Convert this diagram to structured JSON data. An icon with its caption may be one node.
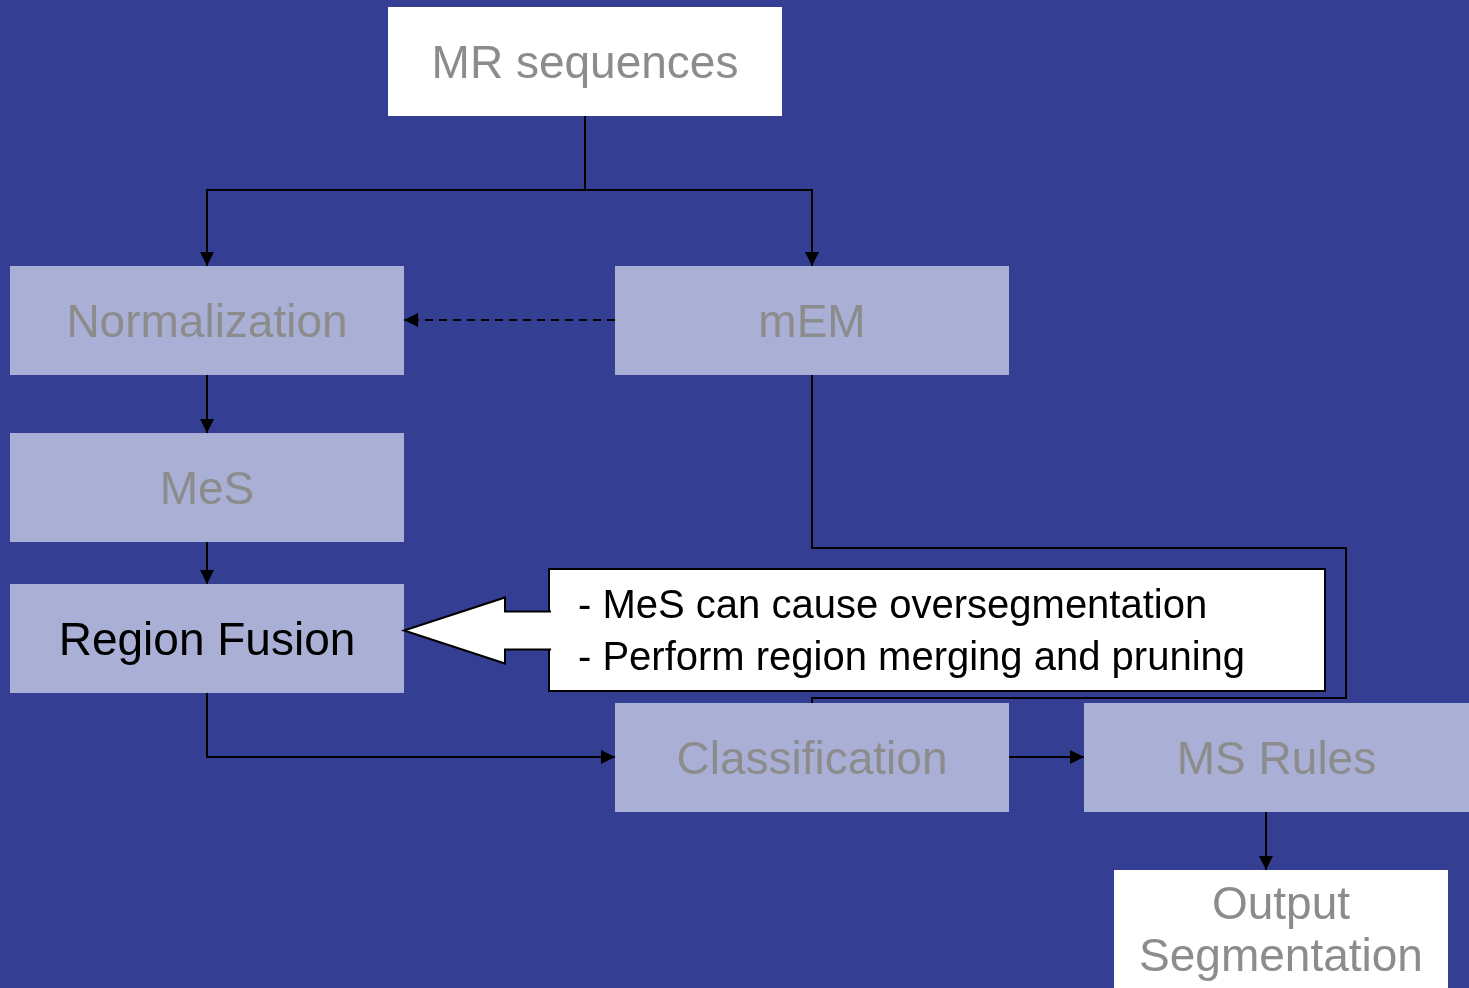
{
  "diagram": {
    "nodes": [
      {
        "text": [
          "MR sequences"
        ]
      },
      {
        "text": [
          "Normalization"
        ]
      },
      {
        "text": [
          "mEM"
        ]
      },
      {
        "text": [
          "MeS"
        ]
      },
      {
        "text": [
          "Region Fusion"
        ]
      },
      {
        "text": [
          "- MeS can cause oversegmentation",
          "- Perform region merging and pruning"
        ]
      },
      {
        "text": [
          "Classification"
        ]
      },
      {
        "text": [
          "MS Rules"
        ]
      },
      {
        "text": [
          "Output Segmentation"
        ]
      }
    ],
    "edges": [
      {
        "from": 0,
        "to": 1,
        "arrow": "to"
      },
      {
        "from": 0,
        "to": 2,
        "arrow": "to"
      },
      {
        "from": 2,
        "to": 1,
        "arrow": "to",
        "style": "dashed"
      },
      {
        "from": 1,
        "to": 3,
        "arrow": "to"
      },
      {
        "from": 3,
        "to": 4,
        "arrow": "to"
      },
      {
        "from": 2,
        "to": 6,
        "arrow": "none"
      },
      {
        "from": 4,
        "to": 6,
        "arrow": "to"
      },
      {
        "from": 6,
        "to": 7,
        "arrow": "to"
      },
      {
        "from": 7,
        "to": 8,
        "arrow": "to"
      },
      {
        "from": 5,
        "to": 4,
        "arrow": "to",
        "style": "thick"
      }
    ]
  }
}
